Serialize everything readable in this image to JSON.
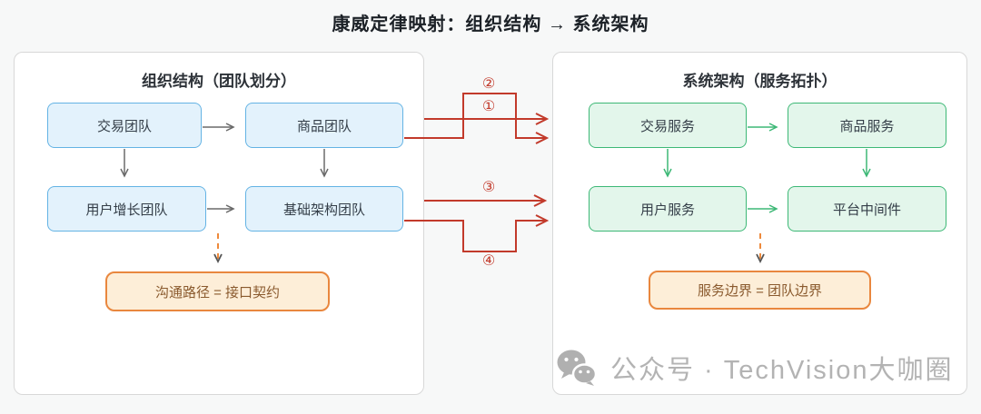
{
  "title": "康威定律映射：组织结构 → 系统架构",
  "left_panel": {
    "title": "组织结构（团队划分）",
    "boxes": [
      {
        "label": "交易团队"
      },
      {
        "label": "商品团队"
      },
      {
        "label": "用户增长团队"
      },
      {
        "label": "基础架构团队"
      }
    ],
    "note": "沟通路径 = 接口契约"
  },
  "right_panel": {
    "title": "系统架构（服务拓扑）",
    "boxes": [
      {
        "label": "交易服务"
      },
      {
        "label": "商品服务"
      },
      {
        "label": "用户服务"
      },
      {
        "label": "平台中间件"
      }
    ],
    "note": "服务边界 = 团队边界"
  },
  "mapping_labels": [
    "①",
    "②",
    "③",
    "④"
  ],
  "watermark": {
    "icon": "wechat-icon",
    "text": "公众号 · TechVision大咖圈"
  },
  "colors": {
    "page_background": "#f7f8f8",
    "panel_background": "#ffffff",
    "mapping_red": "#c23a2b",
    "team_blue_border": "#64b3e4",
    "team_blue_bg": "#e3f2fc",
    "service_green_border": "#3db876",
    "service_green_bg": "#e3f6eb",
    "note_orange_border": "#e9873e",
    "note_orange_bg": "#fdeed8",
    "note_text": "#8a5a2e",
    "flow_gray": "#6a6a6a",
    "watermark_gray": "#b3b3b3"
  }
}
